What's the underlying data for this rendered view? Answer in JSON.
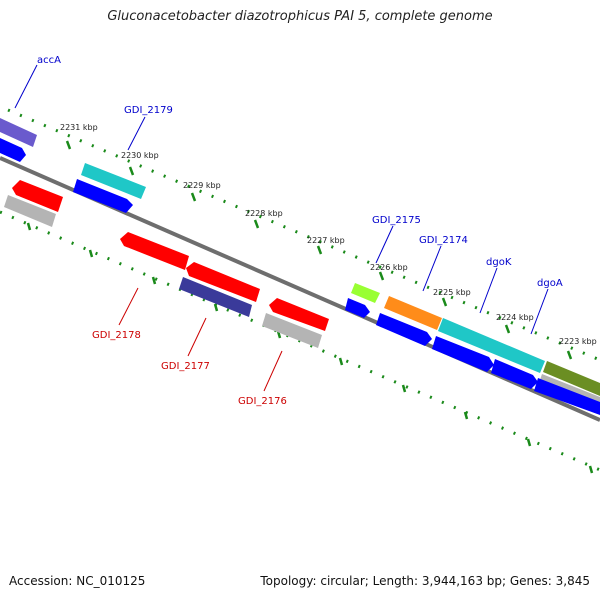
{
  "title": "Gluconacetobacter diazotrophicus PAI 5, complete genome",
  "footer": {
    "accession": "Accession: NC_010125",
    "topology": "Topology: circular; Length: 3,944,163 bp; Genes: 3,845"
  },
  "colors": {
    "backbone": "#808080",
    "ticks": "#1a8a1a",
    "label_blue": "#0000cc",
    "label_red": "#cc0000",
    "red": "#ff0000",
    "grey": "#b4b4b4",
    "blue": "#0000ff",
    "cyan": "#1fc7c7",
    "purple": "#6a5acd",
    "navy": "#3a3a9a",
    "lime": "#99ff33",
    "orange": "#ff8c1a",
    "olive": "#6b8e23"
  },
  "scale_labels": [
    "2231 kbp",
    "2230 kbp",
    "2229 kbp",
    "2228 kbp",
    "2227 kbp",
    "2226 kbp",
    "2225 kbp",
    "2224 kbp",
    "2223 kbp"
  ],
  "gene_labels_top": [
    "accA",
    "GDI_2179",
    "GDI_2175",
    "GDI_2174",
    "dgoK",
    "dgoA"
  ],
  "gene_labels_bottom": [
    "GDI_2178",
    "GDI_2177",
    "GDI_2176"
  ]
}
